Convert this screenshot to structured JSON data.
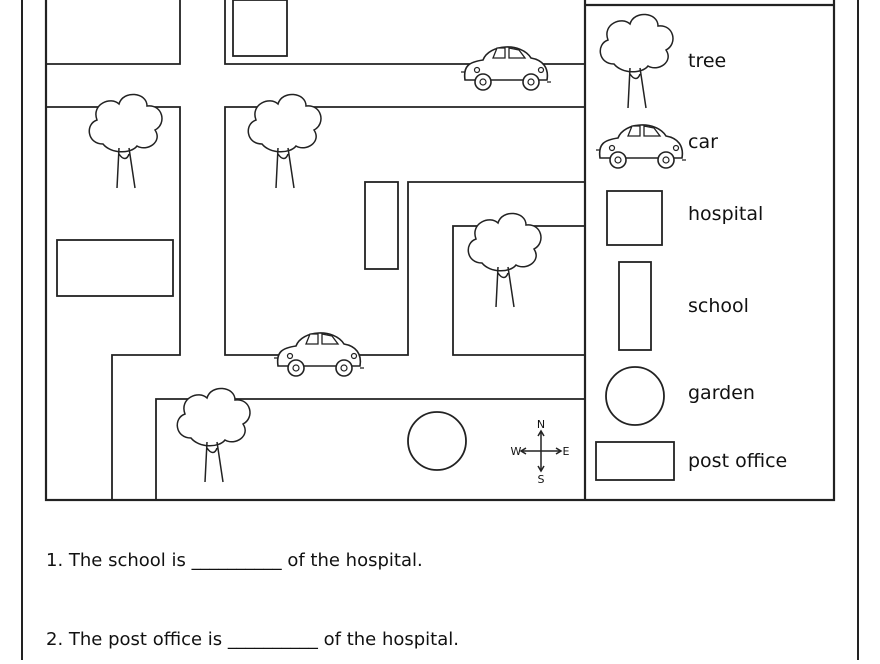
{
  "legend": {
    "items": [
      {
        "icon": "tree-icon",
        "label": "tree"
      },
      {
        "icon": "car-icon",
        "label": "car"
      },
      {
        "icon": "hospital-icon",
        "label": "hospital"
      },
      {
        "icon": "school-icon",
        "label": "school"
      },
      {
        "icon": "garden-icon",
        "label": "garden"
      },
      {
        "icon": "post-office-icon",
        "label": "post office"
      }
    ]
  },
  "compass": {
    "north": "N",
    "south": "S",
    "east": "E",
    "west": "W"
  },
  "questions": [
    {
      "text": "1. The school is __________ of the hospital."
    },
    {
      "text": "2. The post office is __________ of the hospital."
    }
  ]
}
